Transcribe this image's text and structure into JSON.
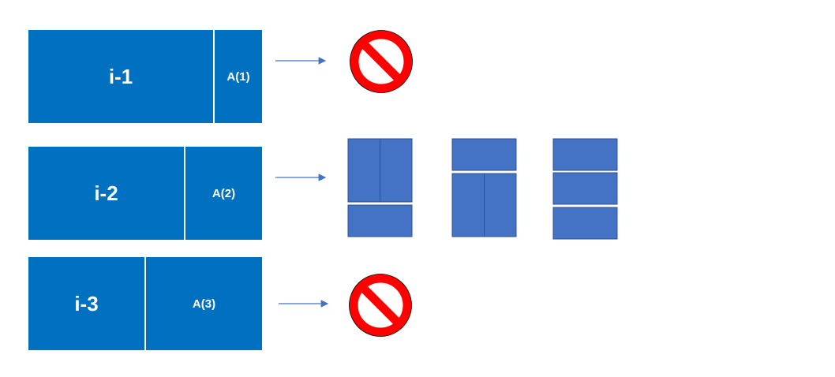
{
  "rows": [
    {
      "label": "i-1",
      "partition": "A(1)",
      "outcome": "prohibited"
    },
    {
      "label": "i-2",
      "partition": "A(2)",
      "outcome": "split-options"
    },
    {
      "label": "i-3",
      "partition": "A(3)",
      "outcome": "prohibited"
    }
  ],
  "split_options": [
    {
      "name": "two-vertical-top-one-bottom"
    },
    {
      "name": "one-top-two-vertical-bottom"
    },
    {
      "name": "three-horizontal"
    }
  ],
  "colors": {
    "bar": "#0070C0",
    "tile": "#4472C4",
    "tile_border": "#2F528F",
    "arrow": "#4472C4",
    "prohibited": "#FF0000"
  },
  "icons": {
    "arrow": "arrow-right-icon",
    "prohibited": "prohibited-icon"
  }
}
